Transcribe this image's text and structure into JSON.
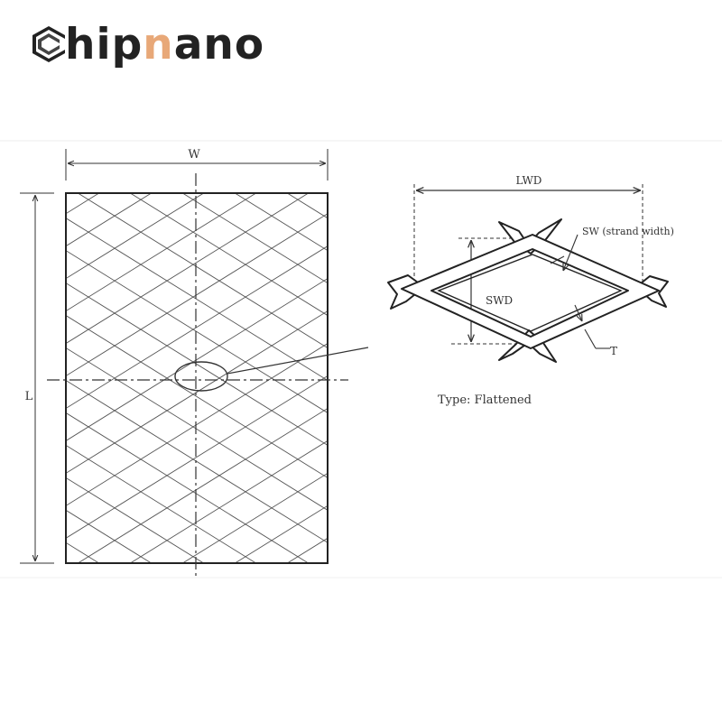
{
  "logo": {
    "part1": "hip",
    "part2": "n",
    "part3": "ano",
    "accent_color": "#e8a878",
    "text_color": "#222222"
  },
  "labels": {
    "w": "W",
    "l": "L",
    "lwd": "LWD",
    "swd": "SWD",
    "sw": "SW (strand width)",
    "t": "T",
    "type": "Type: Flattened"
  }
}
